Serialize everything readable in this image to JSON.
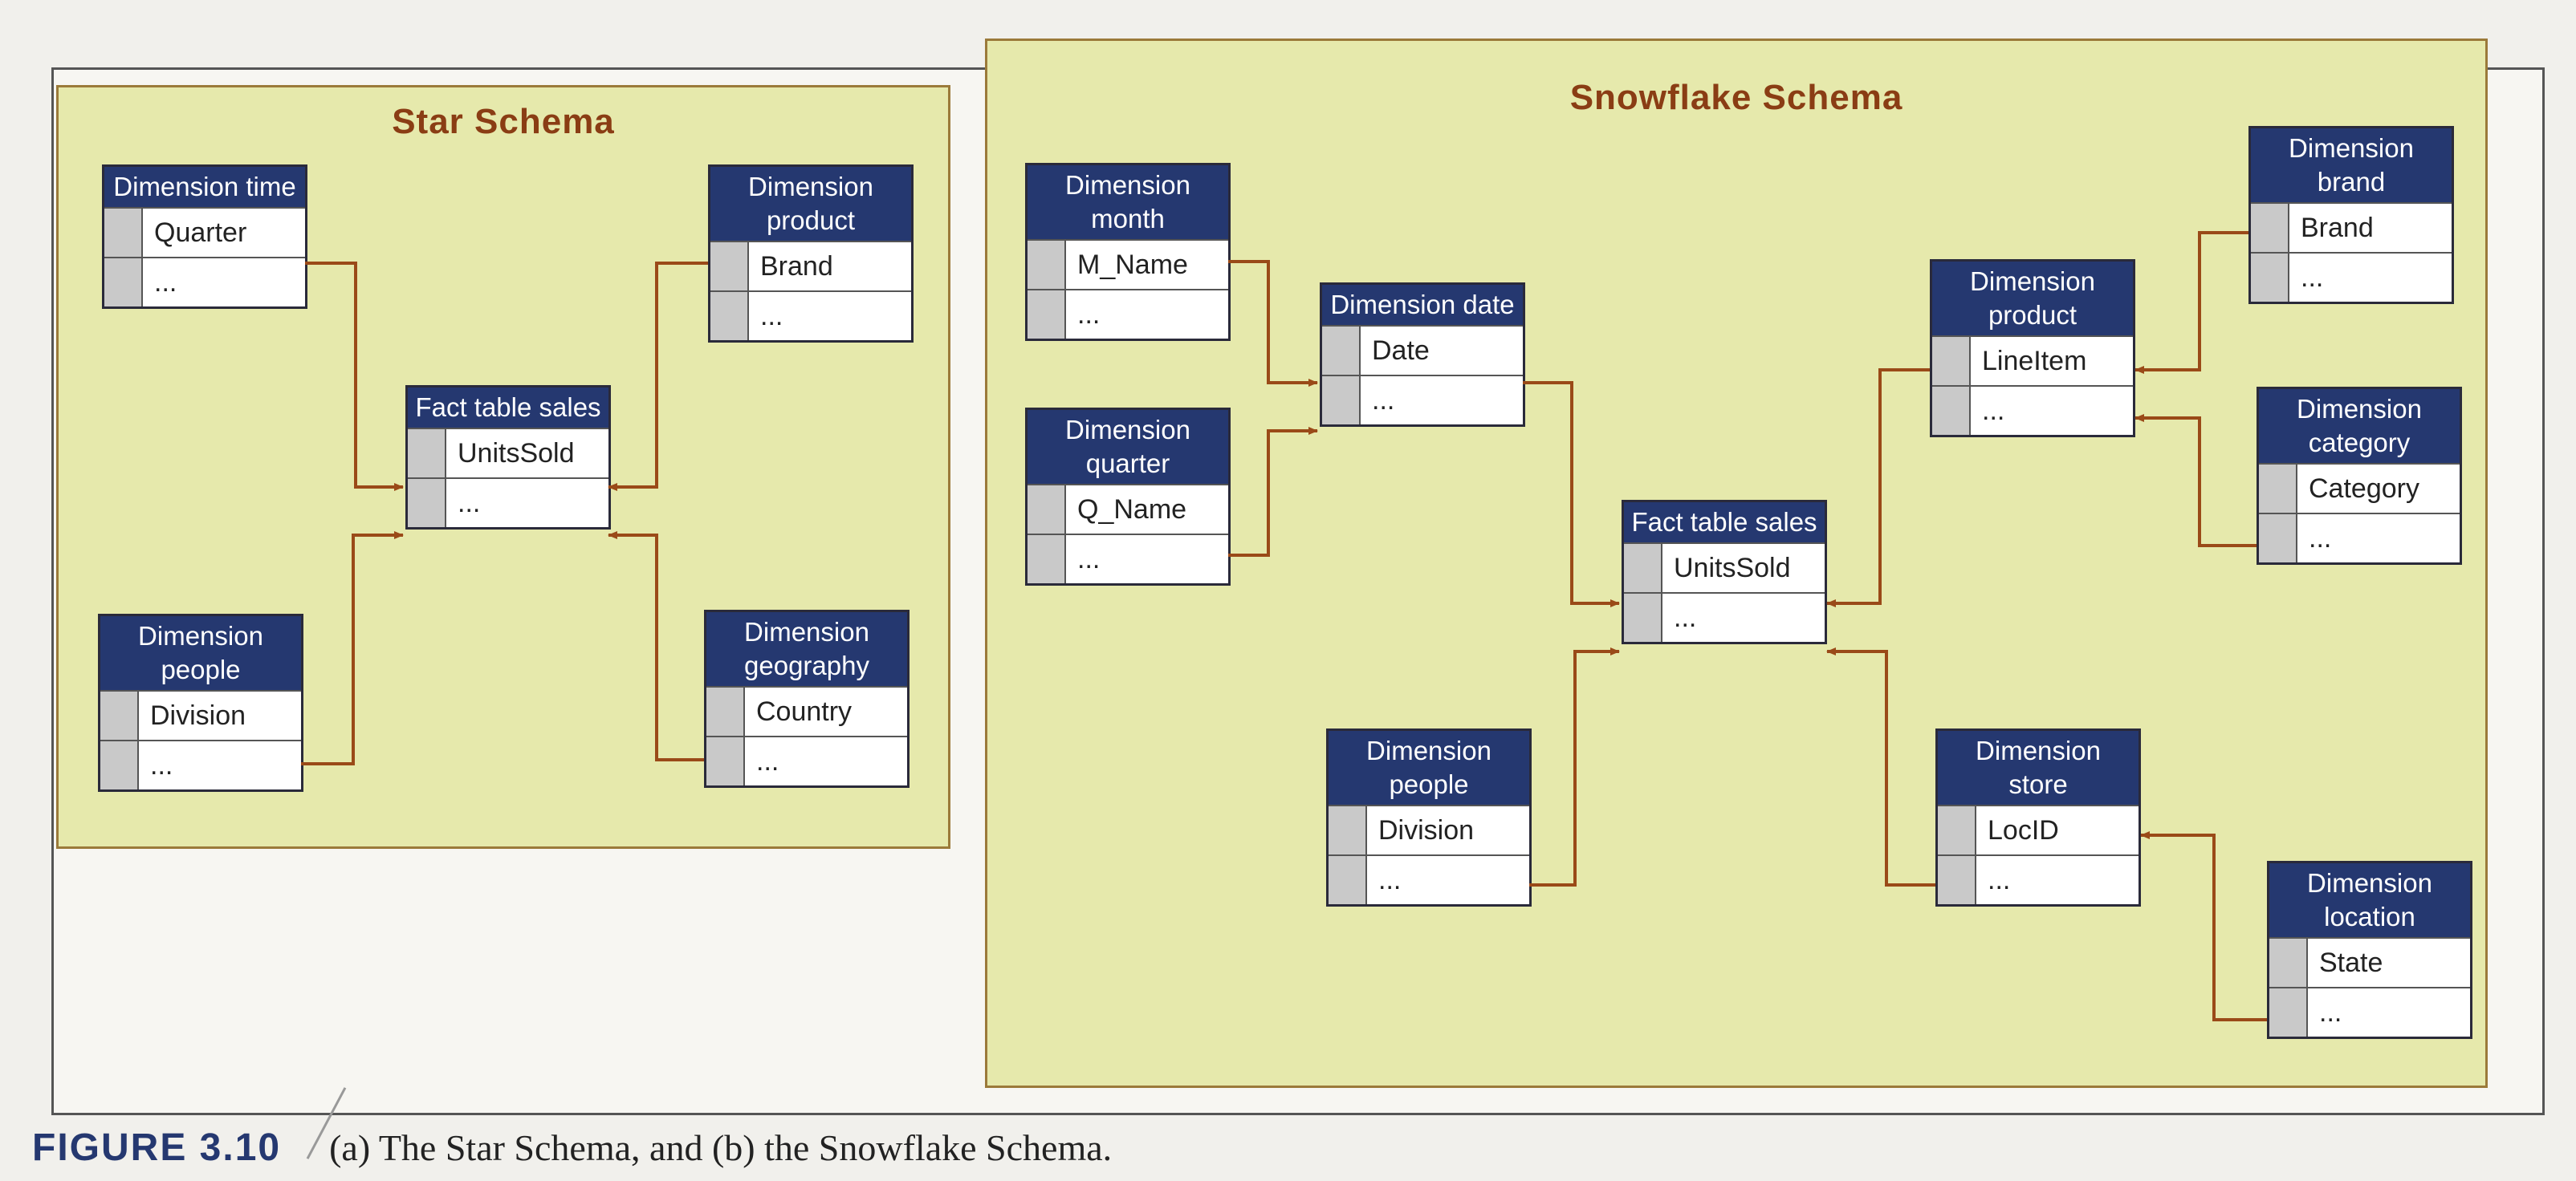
{
  "star": {
    "title": "Star Schema",
    "tables": {
      "time": {
        "header": "Dimension time",
        "rows": [
          "Quarter",
          "..."
        ]
      },
      "product": {
        "header": "Dimension product",
        "rows": [
          "Brand",
          "..."
        ]
      },
      "fact": {
        "header": "Fact table sales",
        "rows": [
          "UnitsSold",
          "..."
        ]
      },
      "people": {
        "header": "Dimension people",
        "rows": [
          "Division",
          "..."
        ]
      },
      "geography": {
        "header": "Dimension geography",
        "rows": [
          "Country",
          "..."
        ]
      }
    }
  },
  "snowflake": {
    "title": "Snowflake Schema",
    "tables": {
      "month": {
        "header": "Dimension month",
        "rows": [
          "M_Name",
          "..."
        ]
      },
      "quarter": {
        "header": "Dimension quarter",
        "rows": [
          "Q_Name",
          "..."
        ]
      },
      "date": {
        "header": "Dimension date",
        "rows": [
          "Date",
          "..."
        ]
      },
      "fact": {
        "header": "Fact table sales",
        "rows": [
          "UnitsSold",
          "..."
        ]
      },
      "people": {
        "header": "Dimension people",
        "rows": [
          "Division",
          "..."
        ]
      },
      "product": {
        "header": "Dimension product",
        "rows": [
          "LineItem",
          "..."
        ]
      },
      "brand": {
        "header": "Dimension brand",
        "rows": [
          "Brand",
          "..."
        ]
      },
      "category": {
        "header": "Dimension category",
        "rows": [
          "Category",
          "..."
        ]
      },
      "store": {
        "header": "Dimension store",
        "rows": [
          "LocID",
          "..."
        ]
      },
      "location": {
        "header": "Dimension location",
        "rows": [
          "State",
          "..."
        ]
      }
    }
  },
  "caption": {
    "label": "FIGURE 3.10",
    "text": "(a) The Star Schema, and (b) the Snowflake Schema."
  },
  "colors": {
    "panel": "#e6e9ac",
    "header": "#253870",
    "arrow": "#9a4a18",
    "title": "#8a3d14"
  }
}
